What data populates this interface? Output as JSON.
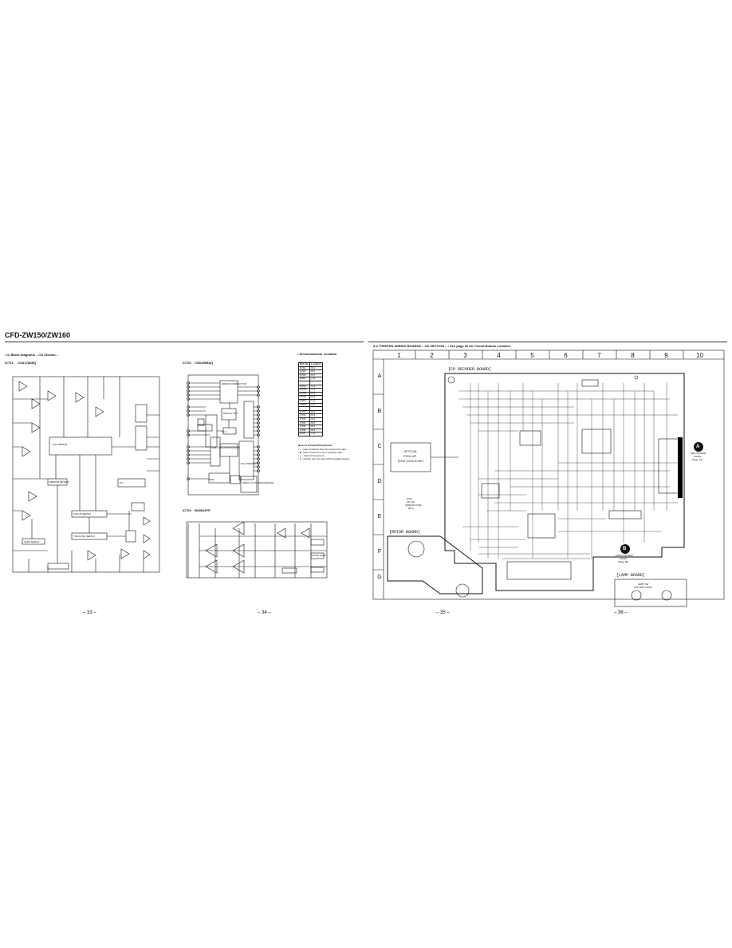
{
  "model": "CFD-ZW150/ZW160",
  "left": {
    "section_title": "• IC Block Diagrams – CD Section –",
    "ic701": {
      "label": "IC701",
      "part": "CXA1782BQ"
    },
    "ic702": {
      "label": "IC702",
      "part": "CXD2508AQ"
    },
    "ic703": {
      "label": "IC703",
      "part": "BA5941FP"
    },
    "semi_title": "• Semiconductor Location",
    "semi_headers": [
      "Ref. No.",
      "Location"
    ],
    "semi_rows": [
      [
        "D701",
        "B-4"
      ],
      [
        "D702",
        "B-5"
      ],
      [
        "D703",
        "B-7"
      ],
      [
        "D801",
        "C-5"
      ],
      [
        "",
        ""
      ],
      [
        "IC701",
        "C-4"
      ],
      [
        "IC702",
        "C-7"
      ],
      [
        "IC703",
        "D-4"
      ],
      [
        "IC704",
        "D-5"
      ],
      [
        "IC801",
        "F-5"
      ],
      [
        "IC802",
        "E-6"
      ],
      [
        "",
        ""
      ],
      [
        "Q701",
        "B-3"
      ],
      [
        "Q702",
        "B-3"
      ],
      [
        "Q703",
        "B-5"
      ],
      [
        "Q704",
        "B-5"
      ],
      [
        "Q705",
        "B-6"
      ],
      [
        "Q706",
        "B-6"
      ],
      [
        "Q707",
        "C-4"
      ]
    ],
    "note_title": "Note on Printed Wiring Board:",
    "notes": [
      "• ○ : parts extracted from the component side.",
      "• ■ : parts mounted on the conductor side.",
      "• △ : internal component.",
      "• ▒ : Pattern from the side which enables seeing."
    ],
    "blocks": [
      "8-16 DEMOD",
      "RAM",
      "CLV",
      "ERROR CORRECTOR",
      "SUB CODE PROCESSOR",
      "DIGITAL OUT",
      "SERVO AUTO SEQUENCER",
      "D/A INTERFACE",
      "PLL",
      "FOCUS SERVO",
      "TRACKING SERVO",
      "SLED SERVO",
      "MIRROR DETECT",
      "LEVEL SHIFT"
    ],
    "page_33": "– 33 –",
    "page_34": "– 34 –"
  },
  "right": {
    "section_title": "5-2. PRINTED WIRING BOARDS – CD SECTION – • See page 30 for Circuit Boards Location.",
    "columns": [
      "1",
      "2",
      "3",
      "4",
      "5",
      "6",
      "7",
      "8",
      "9",
      "10"
    ],
    "rows": [
      "A",
      "B",
      "C",
      "D",
      "E",
      "F",
      "G"
    ],
    "cd_decoder_board": "[CD DECODER BOARD]",
    "motor_board": "[MOTOR BOARD]",
    "lamp_board": "[LAMP BOARD]",
    "optical_pickup": [
      "OPTICAL",
      "PICK-UP",
      "(KSS-213C/Z-NP)"
    ],
    "s702": [
      "S702",
      "CD LID",
      "(OPEN/CLOSE",
      "DET)"
    ],
    "connector_a": {
      "letter": "A",
      "text": [
        "MAIN BOARD",
        "CN501",
        "(Page 41)"
      ]
    },
    "connector_b": {
      "letter": "B",
      "text": [
        "FRONT BOARD",
        "CN301",
        "(Page 50)"
      ]
    },
    "lamp_label": [
      "LIMIT SW",
      "(1/8 LIMIT LIMIT)"
    ],
    "page_35": "– 35 –",
    "page_36": "– 36 –"
  }
}
